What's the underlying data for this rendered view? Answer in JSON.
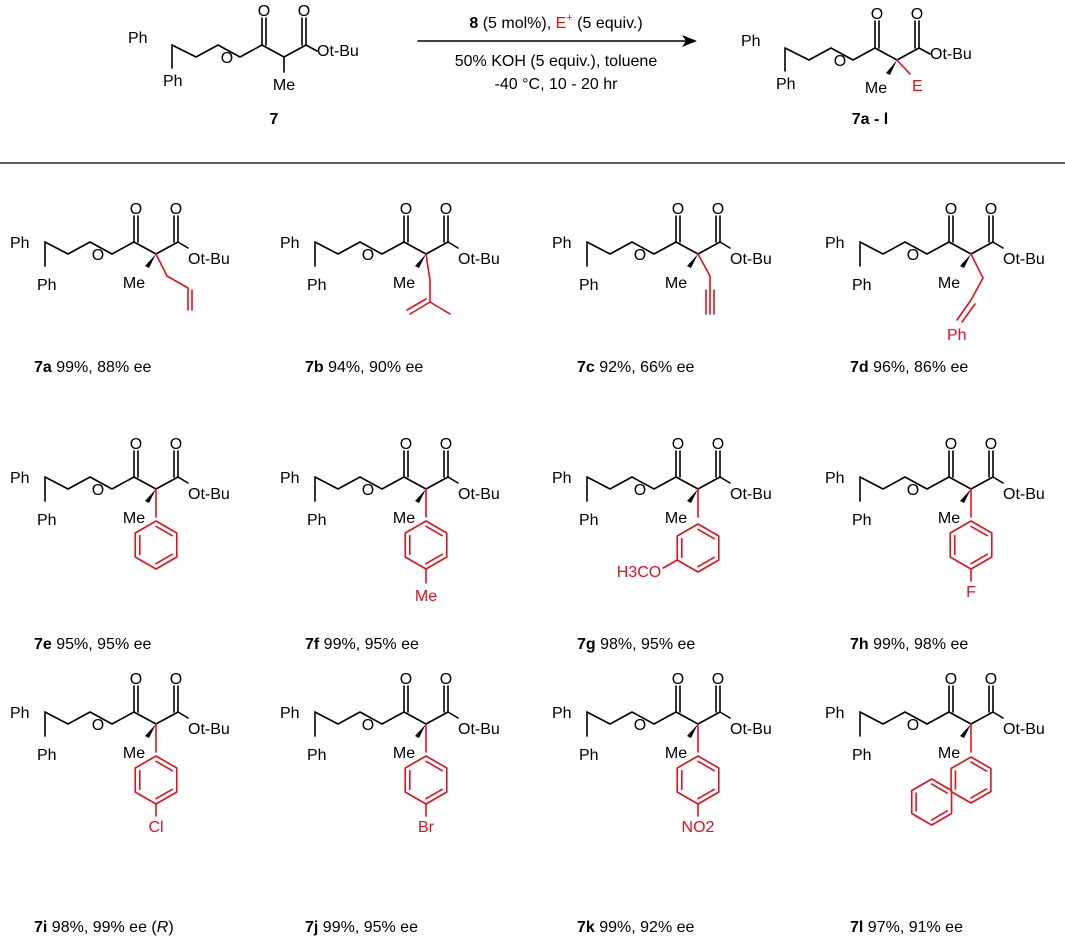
{
  "colors": {
    "ink": "#000000",
    "electrophile": "#e8101a"
  },
  "reaction": {
    "substrate_id": "7",
    "product_id": "7a - l",
    "catalyst_num": "8",
    "catalyst_amount": "(5 mol%),",
    "electrophile": "E",
    "electrophile_charge": "+",
    "electrophile_amount": "(5 equiv.)",
    "base": "50% KOH (5 equiv.), toluene",
    "conditions": "-40 °C, 10 - 20 hr"
  },
  "labels": {
    "ph": "Ph",
    "me": "Me",
    "o": "O",
    "otbu": "Ot-Bu",
    "e": "E",
    "h3co": "H3CO",
    "f": "F",
    "cl": "Cl",
    "br": "Br",
    "no2": "NO2"
  },
  "products": [
    {
      "id": "7a",
      "result": "99%, 88% ee",
      "config": ""
    },
    {
      "id": "7b",
      "result": "94%, 90% ee",
      "config": ""
    },
    {
      "id": "7c",
      "result": "92%, 66% ee",
      "config": ""
    },
    {
      "id": "7d",
      "result": "96%, 86% ee",
      "config": ""
    },
    {
      "id": "7e",
      "result": "95%, 95% ee",
      "config": ""
    },
    {
      "id": "7f",
      "result": "99%, 95% ee",
      "config": ""
    },
    {
      "id": "7g",
      "result": "98%, 95% ee",
      "config": ""
    },
    {
      "id": "7h",
      "result": "99%, 98% ee",
      "config": ""
    },
    {
      "id": "7i",
      "result": "98%, 99% ee",
      "config": "R"
    },
    {
      "id": "7j",
      "result": "99%, 95% ee",
      "config": ""
    },
    {
      "id": "7k",
      "result": "99%, 92% ee",
      "config": ""
    },
    {
      "id": "7l",
      "result": "97%, 91% ee",
      "config": ""
    }
  ]
}
